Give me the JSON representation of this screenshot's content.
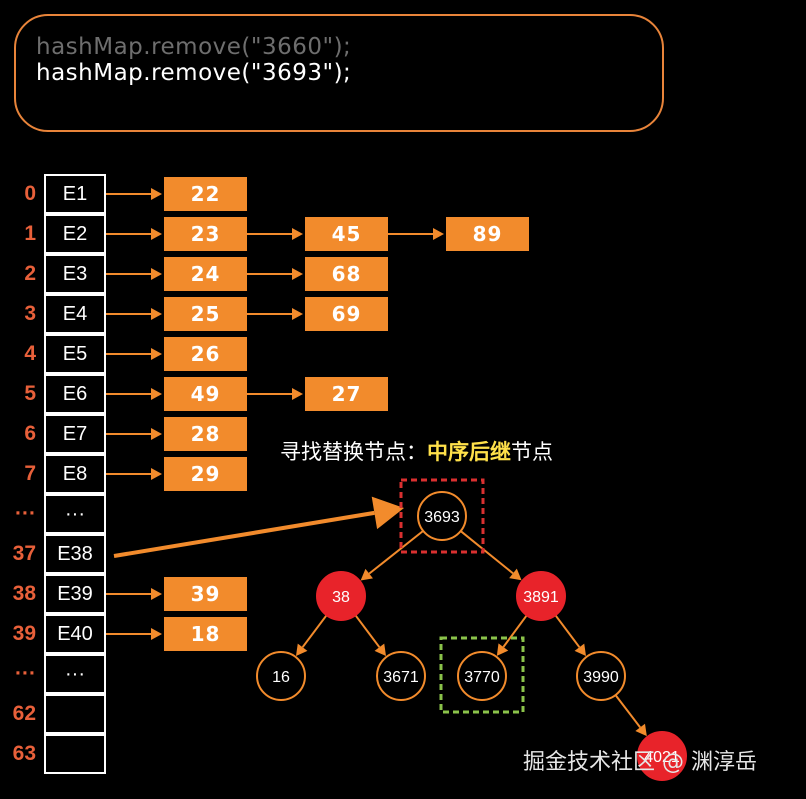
{
  "code": {
    "line1": "hashMap.remove(\"3660\");",
    "line2": "hashMap.remove(\"3693\");"
  },
  "table": {
    "indices": [
      "0",
      "1",
      "2",
      "3",
      "4",
      "5",
      "6",
      "7",
      "···",
      "37",
      "38",
      "39",
      "···",
      "62",
      "63"
    ],
    "cells": [
      "E1",
      "E2",
      "E3",
      "E4",
      "E5",
      "E6",
      "E7",
      "E8",
      "···",
      "E38",
      "E39",
      "E40",
      "···",
      "",
      ""
    ]
  },
  "chains": [
    {
      "row": 0,
      "values": [
        "22"
      ]
    },
    {
      "row": 1,
      "values": [
        "23",
        "45",
        "89"
      ]
    },
    {
      "row": 2,
      "values": [
        "24",
        "68"
      ]
    },
    {
      "row": 3,
      "values": [
        "25",
        "69"
      ]
    },
    {
      "row": 4,
      "values": [
        "26"
      ]
    },
    {
      "row": 5,
      "values": [
        "49",
        "27"
      ]
    },
    {
      "row": 6,
      "values": [
        "28"
      ]
    },
    {
      "row": 7,
      "values": [
        "29"
      ]
    },
    {
      "row": 10,
      "values": [
        "39"
      ]
    },
    {
      "row": 11,
      "values": [
        "18"
      ]
    }
  ],
  "caption": {
    "prefix": "寻找替换节点：",
    "highlight": "中序后继",
    "suffix": "节点"
  },
  "tree": {
    "nodes": [
      {
        "id": "n3693",
        "label": "3693",
        "color": "black"
      },
      {
        "id": "n38",
        "label": "38",
        "color": "red"
      },
      {
        "id": "n3891",
        "label": "3891",
        "color": "red"
      },
      {
        "id": "n16",
        "label": "16",
        "color": "black"
      },
      {
        "id": "n3671",
        "label": "3671",
        "color": "black"
      },
      {
        "id": "n3770",
        "label": "3770",
        "color": "black"
      },
      {
        "id": "n3990",
        "label": "3990",
        "color": "black"
      },
      {
        "id": "n4021",
        "label": "4021",
        "color": "red"
      }
    ],
    "edges": [
      [
        "n3693",
        "n38"
      ],
      [
        "n3693",
        "n3891"
      ],
      [
        "n38",
        "n16"
      ],
      [
        "n38",
        "n3671"
      ],
      [
        "n3891",
        "n3770"
      ],
      [
        "n3891",
        "n3990"
      ],
      [
        "n3990",
        "n4021"
      ]
    ],
    "highlight_red": "n3693",
    "highlight_green": "n3770"
  },
  "colors": {
    "orange": "#f28b2c",
    "index_red": "#e8603a",
    "node_red": "#e8232a",
    "node_border": "#f28b2c",
    "highlight": "#ffe14a",
    "red_box": "#d93030",
    "green_box": "#8bc34a"
  },
  "watermark": "掘金技术社区 @ 渊淳岳"
}
